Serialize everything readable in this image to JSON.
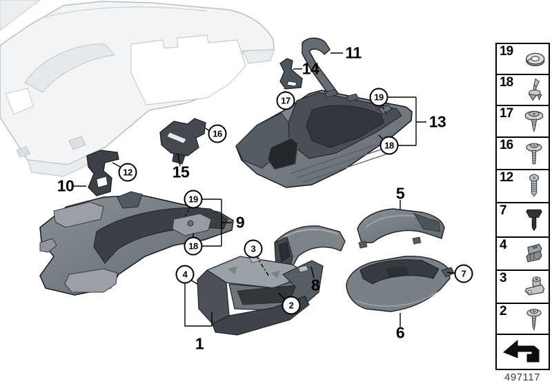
{
  "diagram": {
    "number": "497117",
    "callouts": {
      "n1": "1",
      "n2": "2",
      "n3": "3",
      "n4": "4",
      "n5": "5",
      "n6": "6",
      "n7": "7",
      "n8": "8",
      "n9": "9",
      "n10": "10",
      "n11": "11",
      "n12": "12",
      "n13": "13",
      "n14": "14",
      "n15": "15",
      "n16": "16",
      "n17": "17",
      "n18": "18",
      "n19": "19"
    },
    "legend": {
      "items": [
        {
          "number": "19",
          "icon": "washer-icon"
        },
        {
          "number": "18",
          "icon": "expansion-rivet-icon"
        },
        {
          "number": "17",
          "icon": "washer-screw-icon"
        },
        {
          "number": "16",
          "icon": "torx-screw-washer-icon"
        },
        {
          "number": "12",
          "icon": "pan-head-screw-icon"
        },
        {
          "number": "7",
          "icon": "rubber-plug-icon"
        },
        {
          "number": "4",
          "icon": "cage-clip-icon"
        },
        {
          "number": "3",
          "icon": "clamp-nut-icon"
        },
        {
          "number": "2",
          "icon": "self-tapping-screw-icon"
        },
        {
          "number": "",
          "icon": "direction-arrow-icon"
        }
      ]
    },
    "colors": {
      "line": "#000000",
      "part_dark": "#3a3f45",
      "part_mid": "#7d838a",
      "panel_light": "#f2f4f5",
      "background": "#ffffff"
    }
  }
}
